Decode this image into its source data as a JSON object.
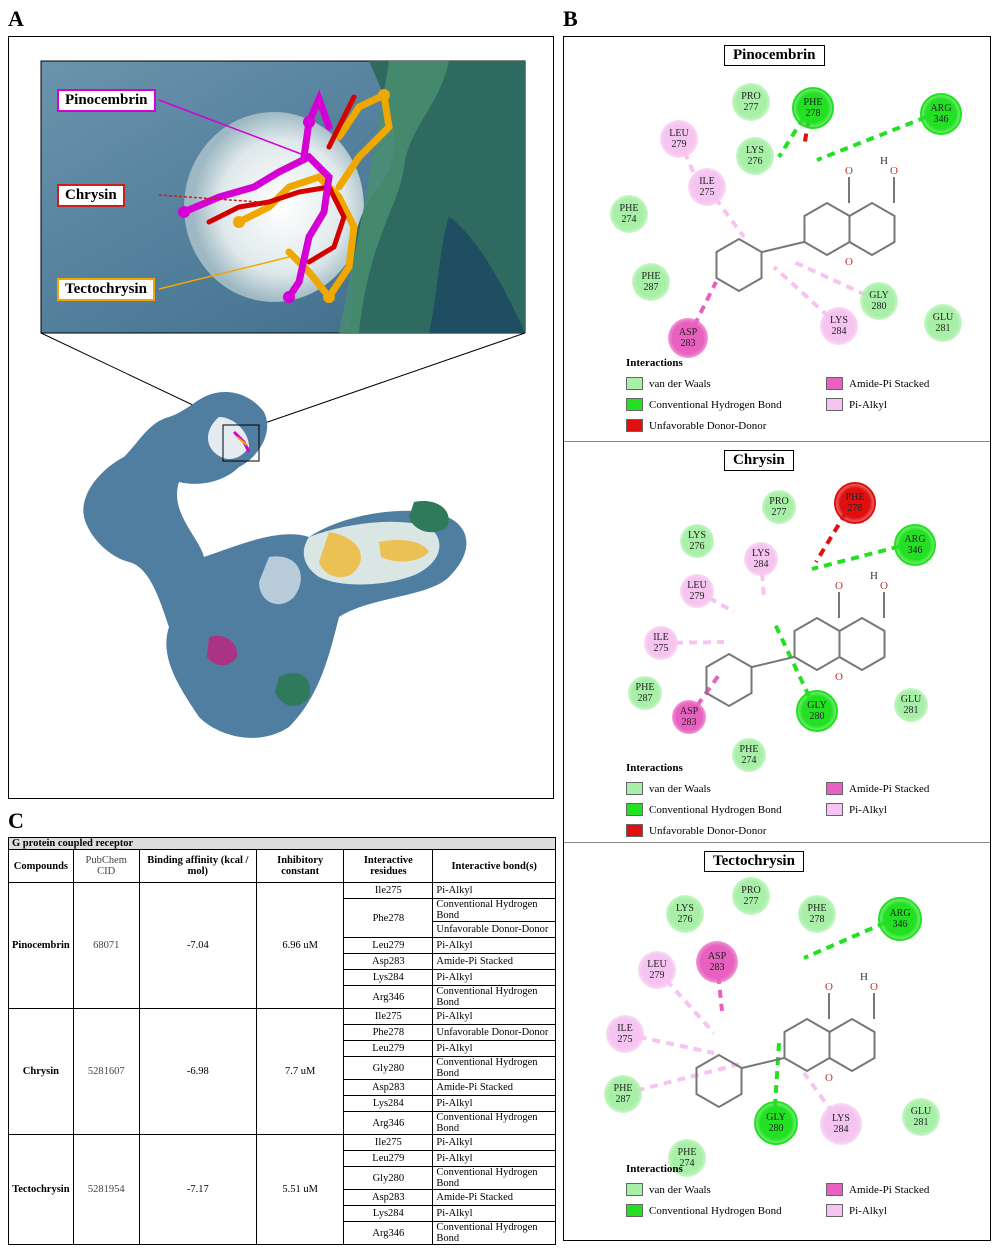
{
  "panel_labels": {
    "a": "A",
    "b": "B",
    "c": "C"
  },
  "panel_a": {
    "callouts": [
      {
        "label": "Pinocembrin",
        "color": "#d400d4"
      },
      {
        "label": "Chrysin",
        "color": "#c8201c"
      },
      {
        "label": "Tectochrysin",
        "color": "#f0a800"
      }
    ]
  },
  "panel_b": {
    "legend_title": "Interactions",
    "legend_colors": {
      "vdw": "#a8f0a8",
      "hbond": "#22e022",
      "unfav": "#e01010",
      "amide": "#e860c0",
      "alkyl": "#f6c4f0"
    },
    "legend_items": {
      "vdw": "van der Waals",
      "hbond": "Conventional Hydrogen Bond",
      "unfav": "Unfavorable Donor-Donor",
      "amide": "Amide-Pi Stacked",
      "alkyl": "Pi-Alkyl"
    },
    "diagrams": [
      {
        "title": "Pinocembrin",
        "residues": [
          {
            "name": "PRO",
            "num": "277",
            "type": "vdw"
          },
          {
            "name": "PHE",
            "num": "278",
            "type": "hbond"
          },
          {
            "name": "ARG",
            "num": "346",
            "type": "hbond"
          },
          {
            "name": "LEU",
            "num": "279",
            "type": "alkyl"
          },
          {
            "name": "LYS",
            "num": "276",
            "type": "vdw"
          },
          {
            "name": "ILE",
            "num": "275",
            "type": "alkyl"
          },
          {
            "name": "PHE",
            "num": "274",
            "type": "vdw"
          },
          {
            "name": "PHE",
            "num": "287",
            "type": "vdw"
          },
          {
            "name": "GLY",
            "num": "280",
            "type": "vdw"
          },
          {
            "name": "GLU",
            "num": "281",
            "type": "vdw"
          },
          {
            "name": "ASP",
            "num": "283",
            "type": "amide"
          },
          {
            "name": "LYS",
            "num": "284",
            "type": "alkyl"
          }
        ]
      },
      {
        "title": "Chrysin",
        "residues": [
          {
            "name": "PRO",
            "num": "277",
            "type": "vdw"
          },
          {
            "name": "PHE",
            "num": "278",
            "type": "unfav"
          },
          {
            "name": "LYS",
            "num": "276",
            "type": "vdw"
          },
          {
            "name": "ARG",
            "num": "346",
            "type": "hbond"
          },
          {
            "name": "LYS",
            "num": "284",
            "type": "alkyl"
          },
          {
            "name": "LEU",
            "num": "279",
            "type": "alkyl"
          },
          {
            "name": "ILE",
            "num": "275",
            "type": "alkyl"
          },
          {
            "name": "PHE",
            "num": "287",
            "type": "vdw"
          },
          {
            "name": "ASP",
            "num": "283",
            "type": "amide"
          },
          {
            "name": "GLY",
            "num": "280",
            "type": "hbond"
          },
          {
            "name": "GLU",
            "num": "281",
            "type": "vdw"
          },
          {
            "name": "PHE",
            "num": "274",
            "type": "vdw"
          }
        ]
      },
      {
        "title": "Tectochrysin",
        "residues": [
          {
            "name": "LYS",
            "num": "276",
            "type": "vdw"
          },
          {
            "name": "PRO",
            "num": "277",
            "type": "vdw"
          },
          {
            "name": "PHE",
            "num": "278",
            "type": "vdw"
          },
          {
            "name": "ARG",
            "num": "346",
            "type": "hbond"
          },
          {
            "name": "LEU",
            "num": "279",
            "type": "alkyl"
          },
          {
            "name": "ASP",
            "num": "283",
            "type": "amide"
          },
          {
            "name": "ILE",
            "num": "275",
            "type": "alkyl"
          },
          {
            "name": "PHE",
            "num": "287",
            "type": "vdw"
          },
          {
            "name": "GLY",
            "num": "280",
            "type": "hbond"
          },
          {
            "name": "LYS",
            "num": "284",
            "type": "alkyl"
          },
          {
            "name": "GLU",
            "num": "281",
            "type": "vdw"
          },
          {
            "name": "PHE",
            "num": "274",
            "type": "vdw"
          }
        ]
      }
    ]
  },
  "atom_labels": {
    "o": "O",
    "h": "H"
  },
  "table": {
    "caption": "G protein coupled receptor",
    "headers": [
      "Compounds",
      "PubChem CID",
      "Binding affinity (kcal / mol)",
      "Inhibitory constant",
      "Interactive residues",
      "Interactive bond(s)"
    ],
    "groups": [
      {
        "compound": "Pinocembrin",
        "cid": "68071",
        "affinity": "-7.04",
        "ki": "6.96 uM",
        "rows": [
          {
            "res": "Ile275",
            "bonds": [
              "Pi-Alkyl"
            ]
          },
          {
            "res": "Phe278",
            "bonds": [
              "Conventional Hydrogen Bond",
              "Unfavorable Donor-Donor"
            ]
          },
          {
            "res": "Leu279",
            "bonds": [
              "Pi-Alkyl"
            ]
          },
          {
            "res": "Asp283",
            "bonds": [
              "Amide-Pi Stacked"
            ]
          },
          {
            "res": "Lys284",
            "bonds": [
              "Pi-Alkyl"
            ]
          },
          {
            "res": "Arg346",
            "bonds": [
              "Conventional Hydrogen Bond"
            ]
          }
        ]
      },
      {
        "compound": "Chrysin",
        "cid": "5281607",
        "affinity": "-6.98",
        "ki": "7.7 uM",
        "rows": [
          {
            "res": "Ile275",
            "bonds": [
              "Pi-Alkyl"
            ]
          },
          {
            "res": "Phe278",
            "bonds": [
              "Unfavorable Donor-Donor"
            ]
          },
          {
            "res": "Leu279",
            "bonds": [
              "Pi-Alkyl"
            ]
          },
          {
            "res": "Gly280",
            "bonds": [
              "Conventional Hydrogen Bond"
            ]
          },
          {
            "res": "Asp283",
            "bonds": [
              "Amide-Pi Stacked"
            ]
          },
          {
            "res": "Lys284",
            "bonds": [
              "Pi-Alkyl"
            ]
          },
          {
            "res": "Arg346",
            "bonds": [
              "Conventional Hydrogen Bond"
            ]
          }
        ]
      },
      {
        "compound": "Tectochrysin",
        "cid": "5281954",
        "affinity": "-7.17",
        "ki": "5.51 uM",
        "rows": [
          {
            "res": "Ile275",
            "bonds": [
              "Pi-Alkyl"
            ]
          },
          {
            "res": "Leu279",
            "bonds": [
              "Pi-Alkyl"
            ]
          },
          {
            "res": "Gly280",
            "bonds": [
              "Conventional Hydrogen Bond"
            ]
          },
          {
            "res": "Asp283",
            "bonds": [
              "Amide-Pi Stacked"
            ]
          },
          {
            "res": "Lys284",
            "bonds": [
              "Pi-Alkyl"
            ]
          },
          {
            "res": "Arg346",
            "bonds": [
              "Conventional Hydrogen Bond"
            ]
          }
        ]
      }
    ]
  }
}
